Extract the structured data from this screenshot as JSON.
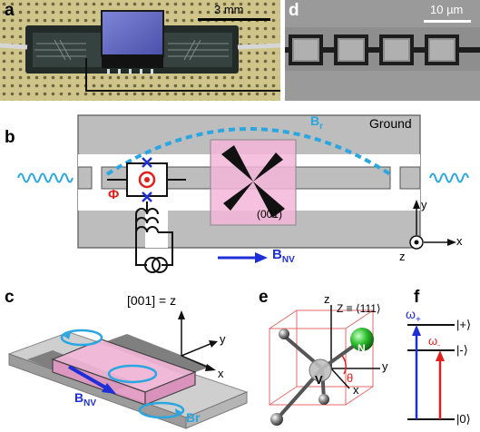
{
  "panels": {
    "a": {
      "letter": "a",
      "scale_label": "3 mm"
    },
    "d": {
      "letter": "d",
      "scale_label": "10 µm"
    },
    "b": {
      "letter": "b",
      "ground_label": "Ground",
      "br_label": "B",
      "br_sub": "r",
      "phi_label": "Φ",
      "crystal_label": "(001)",
      "bnv_label": "B",
      "bnv_sub": "NV",
      "axis_x": "x",
      "axis_y": "y",
      "axis_z": "z"
    },
    "c": {
      "letter": "c",
      "direction_label": "[001] = z",
      "axis_x": "x",
      "axis_y": "y",
      "bnv_label": "B",
      "bnv_sub": "NV",
      "br_label": "Br"
    },
    "e": {
      "letter": "e",
      "axis_z": "z",
      "axis_y": "y",
      "axis_x": "x",
      "zdir_label": "Z ≡ ⟨111⟩",
      "n_label": "N",
      "v_label": "V",
      "theta_label": "θ"
    },
    "f": {
      "letter": "f",
      "omega_plus": "ω",
      "omega_plus_sub": "+",
      "omega_minus": "ω",
      "omega_minus_sub": "-",
      "level_plus": "|+⟩",
      "level_minus": "|-⟩",
      "level_zero": "|0⟩"
    }
  },
  "colors": {
    "wave_blue": "#2aa7e0",
    "arrow_blue": "#1f2fd8",
    "arrow_red": "#e0201c",
    "crystal_pink": "#f3b6d8",
    "ground_gray": "#b9b9b9",
    "box_red": "#e46a6a",
    "n_green": "#2fc02f"
  }
}
